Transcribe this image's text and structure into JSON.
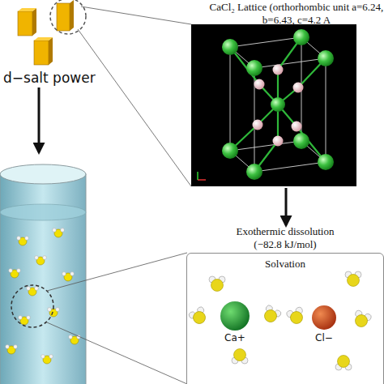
{
  "diagram": {
    "nodes": [
      {
        "text": [
          "CaCl₂ Lattice (orthorhombic unit a=6.24, b=6.43, c=4.2 A"
        ]
      },
      {
        "text": [
          "Exothermic dissolution (−82.8 kJ/mol)",
          "Solvation"
        ]
      },
      {
        "text": [
          "Ca+"
        ],
        "in": 1
      },
      {
        "text": [
          "Cl−"
        ],
        "in": 1
      }
    ],
    "edges": [
      {
        "from": 0,
        "to": 1,
        "arrow": "to"
      }
    ],
    "labels": [
      "d−salt power"
    ]
  }
}
